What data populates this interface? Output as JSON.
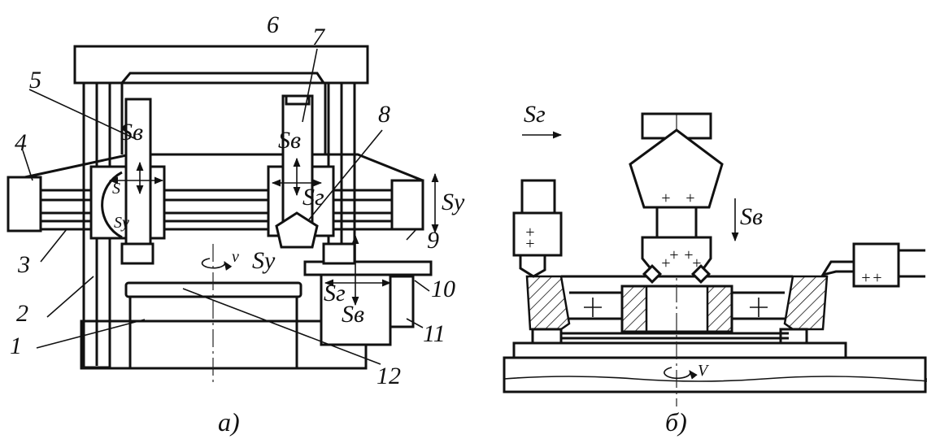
{
  "figure_a": {
    "caption": "а)",
    "numbers": [
      "1",
      "2",
      "3",
      "4",
      "5",
      "6",
      "7",
      "8",
      "9",
      "10",
      "11",
      "12"
    ],
    "feeds": {
      "sv_left": "Sв",
      "sv_right": "Sв",
      "sg_right": "Sг",
      "sy_right": "Sy",
      "v_sy_table": "Sy",
      "sg_lower": "Sг",
      "sv_lower": "Sв",
      "s_left": "S",
      "sy_left": "Sy",
      "v_table": "v"
    }
  },
  "figure_b": {
    "caption": "б)",
    "feed_sg": "Sг",
    "feed_sv": "Sв",
    "v_table": "V",
    "crosses": "+"
  },
  "colors": {
    "ink": "#111111",
    "paper": "#ffffff"
  },
  "icons": [
    "rotation-arrow-icon",
    "feed-arrow-icon"
  ]
}
